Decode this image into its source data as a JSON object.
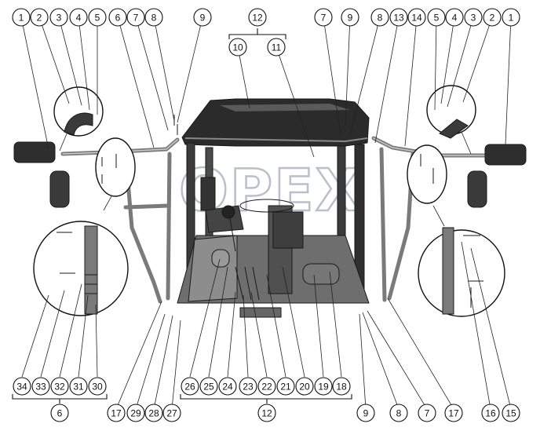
{
  "watermark": {
    "text": "ОРЕХ"
  },
  "colors": {
    "cab_dark": "#2a2a2a",
    "metal": "#8a8a8a",
    "line": "#111111"
  },
  "callouts": [
    {
      "id": "c-top-1",
      "label": "1"
    },
    {
      "id": "c-top-2",
      "label": "2"
    },
    {
      "id": "c-top-3",
      "label": "3"
    },
    {
      "id": "c-top-4",
      "label": "4"
    },
    {
      "id": "c-top-5",
      "label": "5"
    },
    {
      "id": "c-top-6",
      "label": "6"
    },
    {
      "id": "c-top-7",
      "label": "7"
    },
    {
      "id": "c-top-8",
      "label": "8"
    },
    {
      "id": "c-top-9",
      "label": "9"
    },
    {
      "id": "c-top-12",
      "label": "12"
    },
    {
      "id": "c-top-10",
      "label": "10"
    },
    {
      "id": "c-top-11",
      "label": "11"
    },
    {
      "id": "c-top-7r",
      "label": "7"
    },
    {
      "id": "c-top-9r",
      "label": "9"
    },
    {
      "id": "c-top-8r",
      "label": "8"
    },
    {
      "id": "c-top-13",
      "label": "13"
    },
    {
      "id": "c-top-14",
      "label": "14"
    },
    {
      "id": "c-top-5r",
      "label": "5"
    },
    {
      "id": "c-top-4r",
      "label": "4"
    },
    {
      "id": "c-top-3r",
      "label": "3"
    },
    {
      "id": "c-top-2r",
      "label": "2"
    },
    {
      "id": "c-top-1r",
      "label": "1"
    },
    {
      "id": "c-bot-34",
      "label": "34"
    },
    {
      "id": "c-bot-33",
      "label": "33"
    },
    {
      "id": "c-bot-32",
      "label": "32"
    },
    {
      "id": "c-bot-31",
      "label": "31"
    },
    {
      "id": "c-bot-30",
      "label": "30"
    },
    {
      "id": "c-bot-6",
      "label": "6"
    },
    {
      "id": "c-bot-17",
      "label": "17"
    },
    {
      "id": "c-bot-29",
      "label": "29"
    },
    {
      "id": "c-bot-28",
      "label": "28"
    },
    {
      "id": "c-bot-27",
      "label": "27"
    },
    {
      "id": "c-bot-26",
      "label": "26"
    },
    {
      "id": "c-bot-25",
      "label": "25"
    },
    {
      "id": "c-bot-24",
      "label": "24"
    },
    {
      "id": "c-bot-23",
      "label": "23"
    },
    {
      "id": "c-bot-22",
      "label": "22"
    },
    {
      "id": "c-bot-21",
      "label": "21"
    },
    {
      "id": "c-bot-20",
      "label": "20"
    },
    {
      "id": "c-bot-19",
      "label": "19"
    },
    {
      "id": "c-bot-18",
      "label": "18"
    },
    {
      "id": "c-bot-12",
      "label": "12"
    },
    {
      "id": "c-bot-9",
      "label": "9"
    },
    {
      "id": "c-bot-8",
      "label": "8"
    },
    {
      "id": "c-bot-7",
      "label": "7"
    },
    {
      "id": "c-bot-17r",
      "label": "17"
    },
    {
      "id": "c-bot-16",
      "label": "16"
    },
    {
      "id": "c-bot-15",
      "label": "15"
    }
  ]
}
